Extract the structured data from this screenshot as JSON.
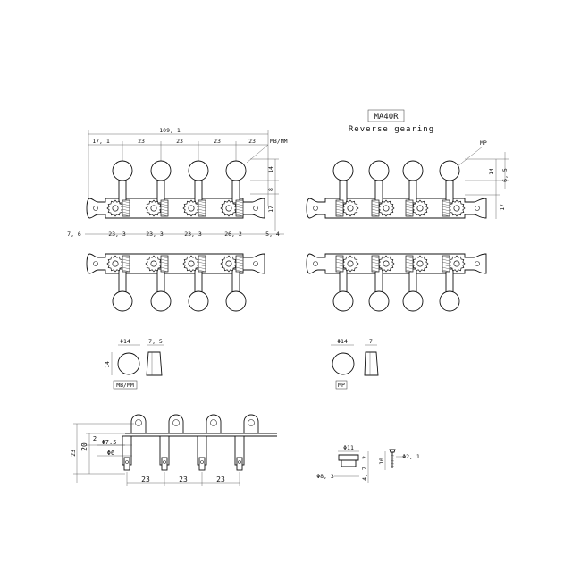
{
  "model": {
    "name": "MA40R",
    "subtitle": "Reverse gearing"
  },
  "top_left_dims": {
    "overall": "109, 1",
    "spacing_top": [
      "17, 1",
      "23",
      "23",
      "23",
      "23"
    ],
    "knob_label": "MB/MM",
    "right_dims": [
      "14",
      "8",
      "17"
    ],
    "spacing_bottom": [
      "7, 6",
      "23, 3",
      "23, 3",
      "23, 3",
      "26, 2",
      "5, 4"
    ]
  },
  "top_right_dims": {
    "knob_label": "MP",
    "right_dims": [
      "14",
      "6, 5",
      "17"
    ]
  },
  "knob_details": {
    "left": {
      "diameter": "Φ14",
      "height": "14",
      "width": "7, 5",
      "caption": "MB/MM"
    },
    "right": {
      "diameter": "Φ14",
      "width": "7",
      "caption": "MP"
    }
  },
  "side_view": {
    "left_dims": [
      "23",
      "20",
      "2"
    ],
    "shaft_dims": [
      "Φ7.5",
      "Φ6"
    ],
    "spacing": [
      "23",
      "23",
      "23"
    ]
  },
  "bushing_detail": {
    "top": "Φ11",
    "bottom": "Φ8, 3",
    "right_dims": [
      "2",
      "4, 7"
    ]
  },
  "screw_detail": {
    "length": "10",
    "diameter": "Φ2, 1"
  }
}
